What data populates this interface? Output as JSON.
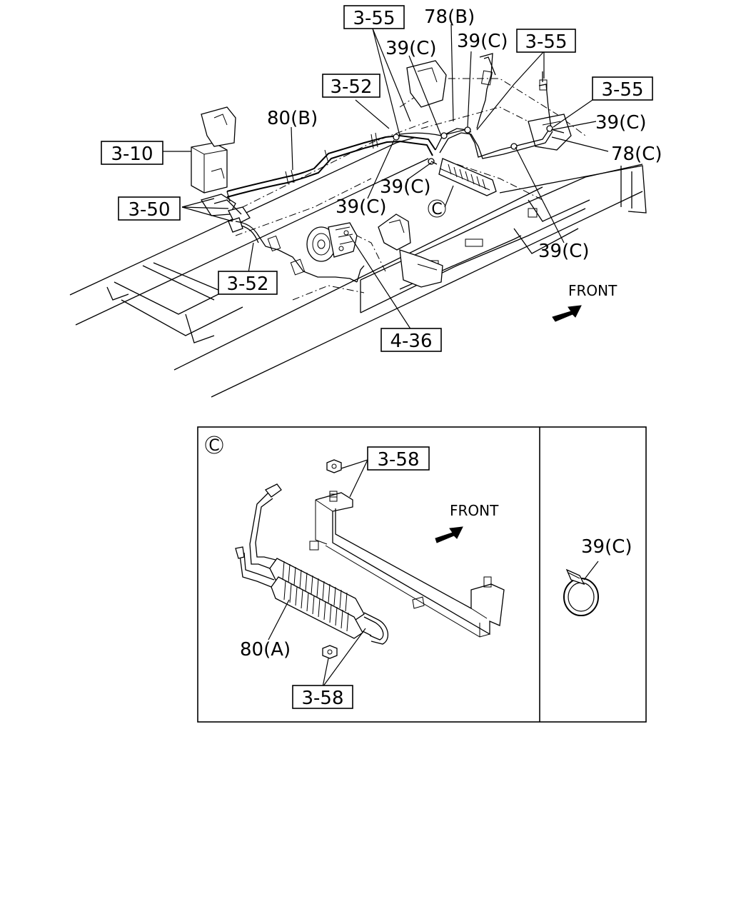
{
  "callouts": {
    "ref_3_55_top": "3-55",
    "ref_3_55_mid": "3-55",
    "ref_3_55_right": "3-55",
    "ref_3_52_top": "3-52",
    "ref_3_52_bottom": "3-52",
    "ref_3_10": "3-10",
    "ref_3_50": "3-50",
    "ref_4_36": "4-36",
    "ref_3_58_top": "3-58",
    "ref_3_58_bottom": "3-58"
  },
  "labels": {
    "p78b": "78(B)",
    "p80b": "80(B)",
    "p78c": "78(C)",
    "p80a": "80(A)",
    "p39c_1": "39(C)",
    "p39c_2": "39(C)",
    "p39c_3": "39(C)",
    "p39c_4": "39(C)",
    "p39c_5": "39(C)",
    "p39c_6": "39(C)",
    "p39c_detail": "39(C)"
  },
  "detail_marker": "C",
  "front_main": "FRONT",
  "front_detail": "FRONT"
}
